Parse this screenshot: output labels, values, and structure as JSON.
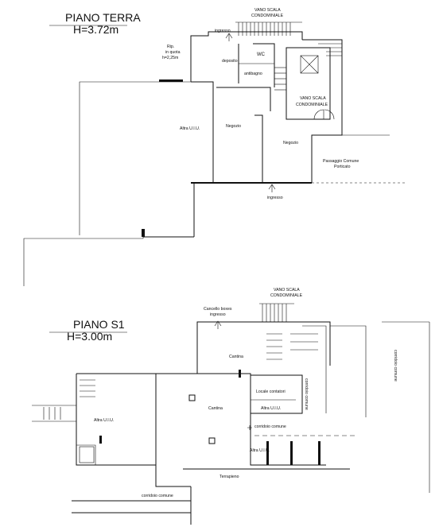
{
  "ground_floor": {
    "title": "PIANO TERRA",
    "height": "H=3.72m",
    "labels": {
      "vano_scala_top_1": "VANO SCALA",
      "vano_scala_top_2": "CONDOMINIALE",
      "ingresso_top": "ingresso",
      "rip_1": "Rip.",
      "rip_2": "in quota",
      "rip_3": "h=2,25m",
      "deposito": "deposito",
      "wc": "WC",
      "antibagno": "antibagno",
      "vano_scala_right_1": "VANO SCALA",
      "vano_scala_right_2": "CONDOMINIALE",
      "altra_uiu": "Altra U.I.U.",
      "negozio_left": "Negozio",
      "negozio_right": "Negozio",
      "passaggio_1": "Passaggio Comune",
      "passaggio_2": "Porticato",
      "ingresso_bottom": "ingresso"
    }
  },
  "basement": {
    "title": "PIANO S1",
    "height": "H=3.00m",
    "labels": {
      "vano_scala_1": "VANO SCALA",
      "vano_scala_2": "CONDOMINIALE",
      "cancello_1": "Cancello boxes",
      "cancello_2": "ingresso",
      "cantina_top": "Cantina",
      "cantina_main": "Cantina",
      "locale_contatori": "Locale contatori",
      "corridoio_vertical_small": "corridoio comune",
      "altra_uiu_small": "Altra U.I.U.",
      "altra_uiu_left": "Altra U.I.U.",
      "corridoio_mid": "corridoio comune",
      "altra_uiu_bottom": "Altra U.I.U.",
      "terrapieno": "Terrapieno",
      "corridoio_bottom": "corridoio comune",
      "corridoio_vertical_right": "corridoio comune"
    }
  }
}
